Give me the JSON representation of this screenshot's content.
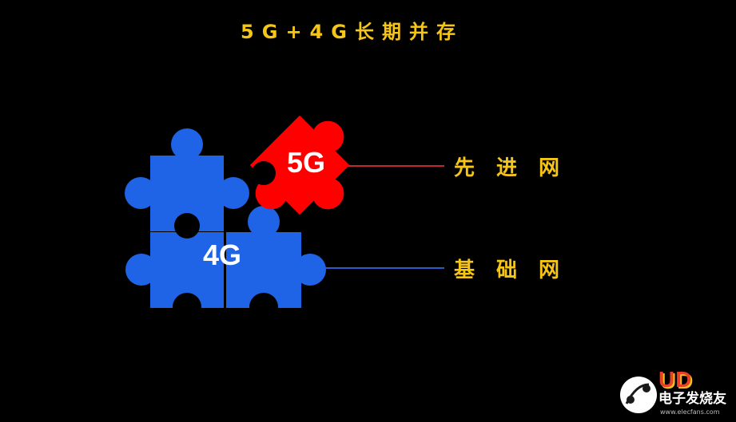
{
  "title": "5G+4G长期并存",
  "pieces": {
    "network_5g": {
      "label": "5G",
      "color": "#ff0000"
    },
    "network_4g": {
      "label": "4G",
      "color": "#1f63e6"
    }
  },
  "connectors": {
    "advanced_color": "#c0282d",
    "base_color": "#2a59c9"
  },
  "labels": {
    "advanced": "先进网",
    "base": "基础网"
  },
  "watermark": {
    "badge": "UD",
    "name": "电子发烧友",
    "url": "www.elecfans.com"
  },
  "colors": {
    "background": "#000000",
    "text_accent": "#f5c518",
    "piece_text": "#ffffff"
  }
}
